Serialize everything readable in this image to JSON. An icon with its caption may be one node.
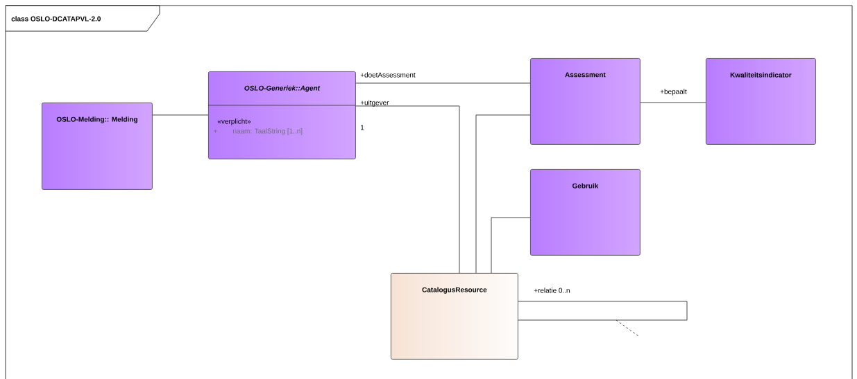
{
  "diagram": {
    "title": "class OSLO-DCATAPVL-2.0",
    "nodes": [
      {
        "text": [
          "OSLO-Melding:: Melding"
        ]
      },
      {
        "text": [
          "OSLO-Generiek::Agent",
          "«verplicht»",
          "+",
          "naam: TaalString [1..n]"
        ]
      },
      {
        "text": [
          "Assessment"
        ]
      },
      {
        "text": [
          "Kwaliteitsindicator"
        ]
      },
      {
        "text": [
          "Gebruik"
        ]
      },
      {
        "text": [
          "CatalogusResource"
        ]
      }
    ],
    "edges": [
      {
        "from": 0,
        "to": 1,
        "arrow": "none"
      },
      {
        "from": 1,
        "to": 2,
        "arrow": "none",
        "label": "+doetAssessment"
      },
      {
        "from": 1,
        "to": 5,
        "arrow": "none",
        "label": "+uitgever"
      },
      {
        "from": 2,
        "to": 3,
        "arrow": "none",
        "label": "+bepaalt"
      },
      {
        "from": 2,
        "to": 5,
        "arrow": "none"
      },
      {
        "from": 4,
        "to": 5,
        "arrow": "none"
      },
      {
        "from": 5,
        "to": 5,
        "arrow": "none",
        "label": "+relatie 0..n"
      }
    ],
    "labels": [
      "1"
    ]
  }
}
